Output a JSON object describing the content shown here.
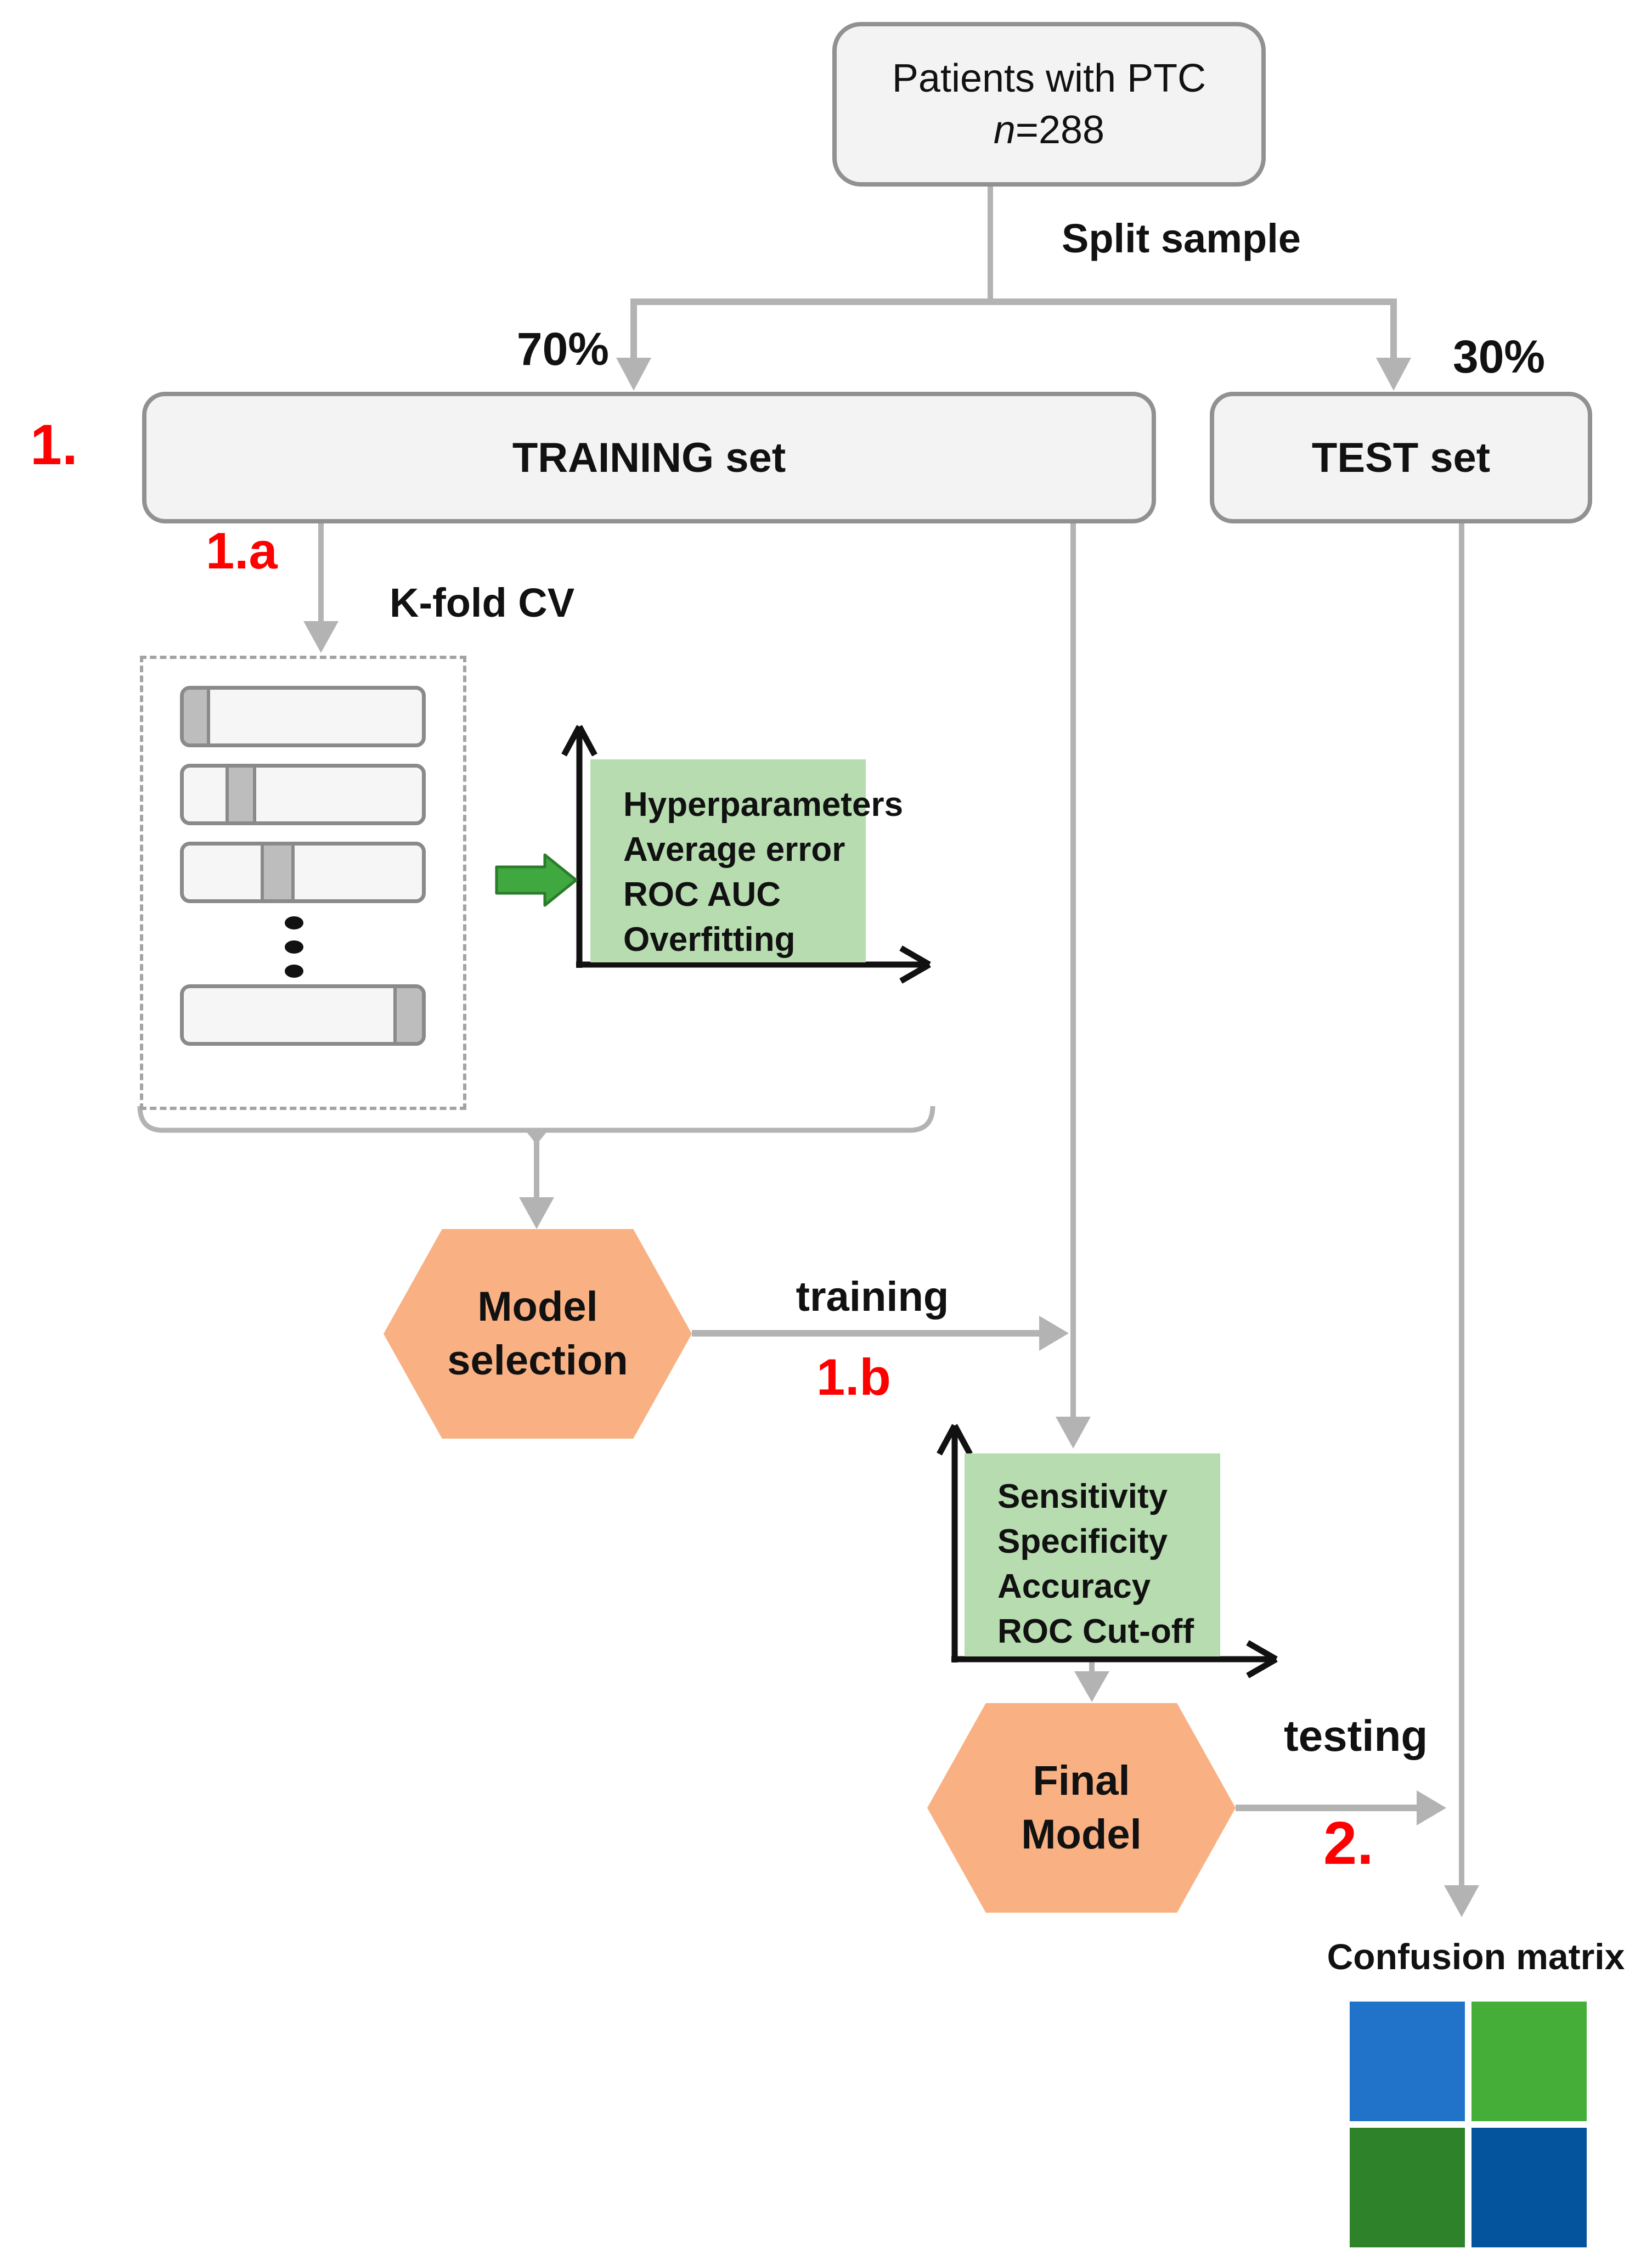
{
  "palette": {
    "step_red": "#ff0000",
    "hexagon_fill": "#f9b183",
    "metric_box_fill": "#b7dcb0"
  },
  "top_box": {
    "title": "Patients with PTC",
    "n_italic": "n",
    "n_rest": "=288"
  },
  "split": {
    "label": "Split sample",
    "left_pct": "70%",
    "right_pct": "30%"
  },
  "sets": {
    "training": "TRAINING set",
    "test": "TEST set"
  },
  "steps": {
    "step1": "1.",
    "step1a": "1.a",
    "step1b": "1.b",
    "step2": "2."
  },
  "kfold": {
    "label": "K-fold CV"
  },
  "cv_metrics": [
    "Hyperparameters",
    "Average error",
    "ROC AUC",
    "Overfitting"
  ],
  "model_selection": {
    "line1": "Model",
    "line2": "selection"
  },
  "edges": {
    "training": "training",
    "testing": "testing"
  },
  "test_metrics": [
    "Sensitivity",
    "Specificity",
    "Accuracy",
    "ROC Cut-off"
  ],
  "final_model": {
    "line1": "Final",
    "line2": "Model"
  },
  "confusion": {
    "title": "Confusion matrix",
    "cells": [
      {
        "name": "top-left",
        "color": "#2073c8"
      },
      {
        "name": "top-right",
        "color": "#44ae39"
      },
      {
        "name": "bottom-left",
        "color": "#2e8229"
      },
      {
        "name": "bottom-right",
        "color": "#04539d"
      }
    ]
  }
}
